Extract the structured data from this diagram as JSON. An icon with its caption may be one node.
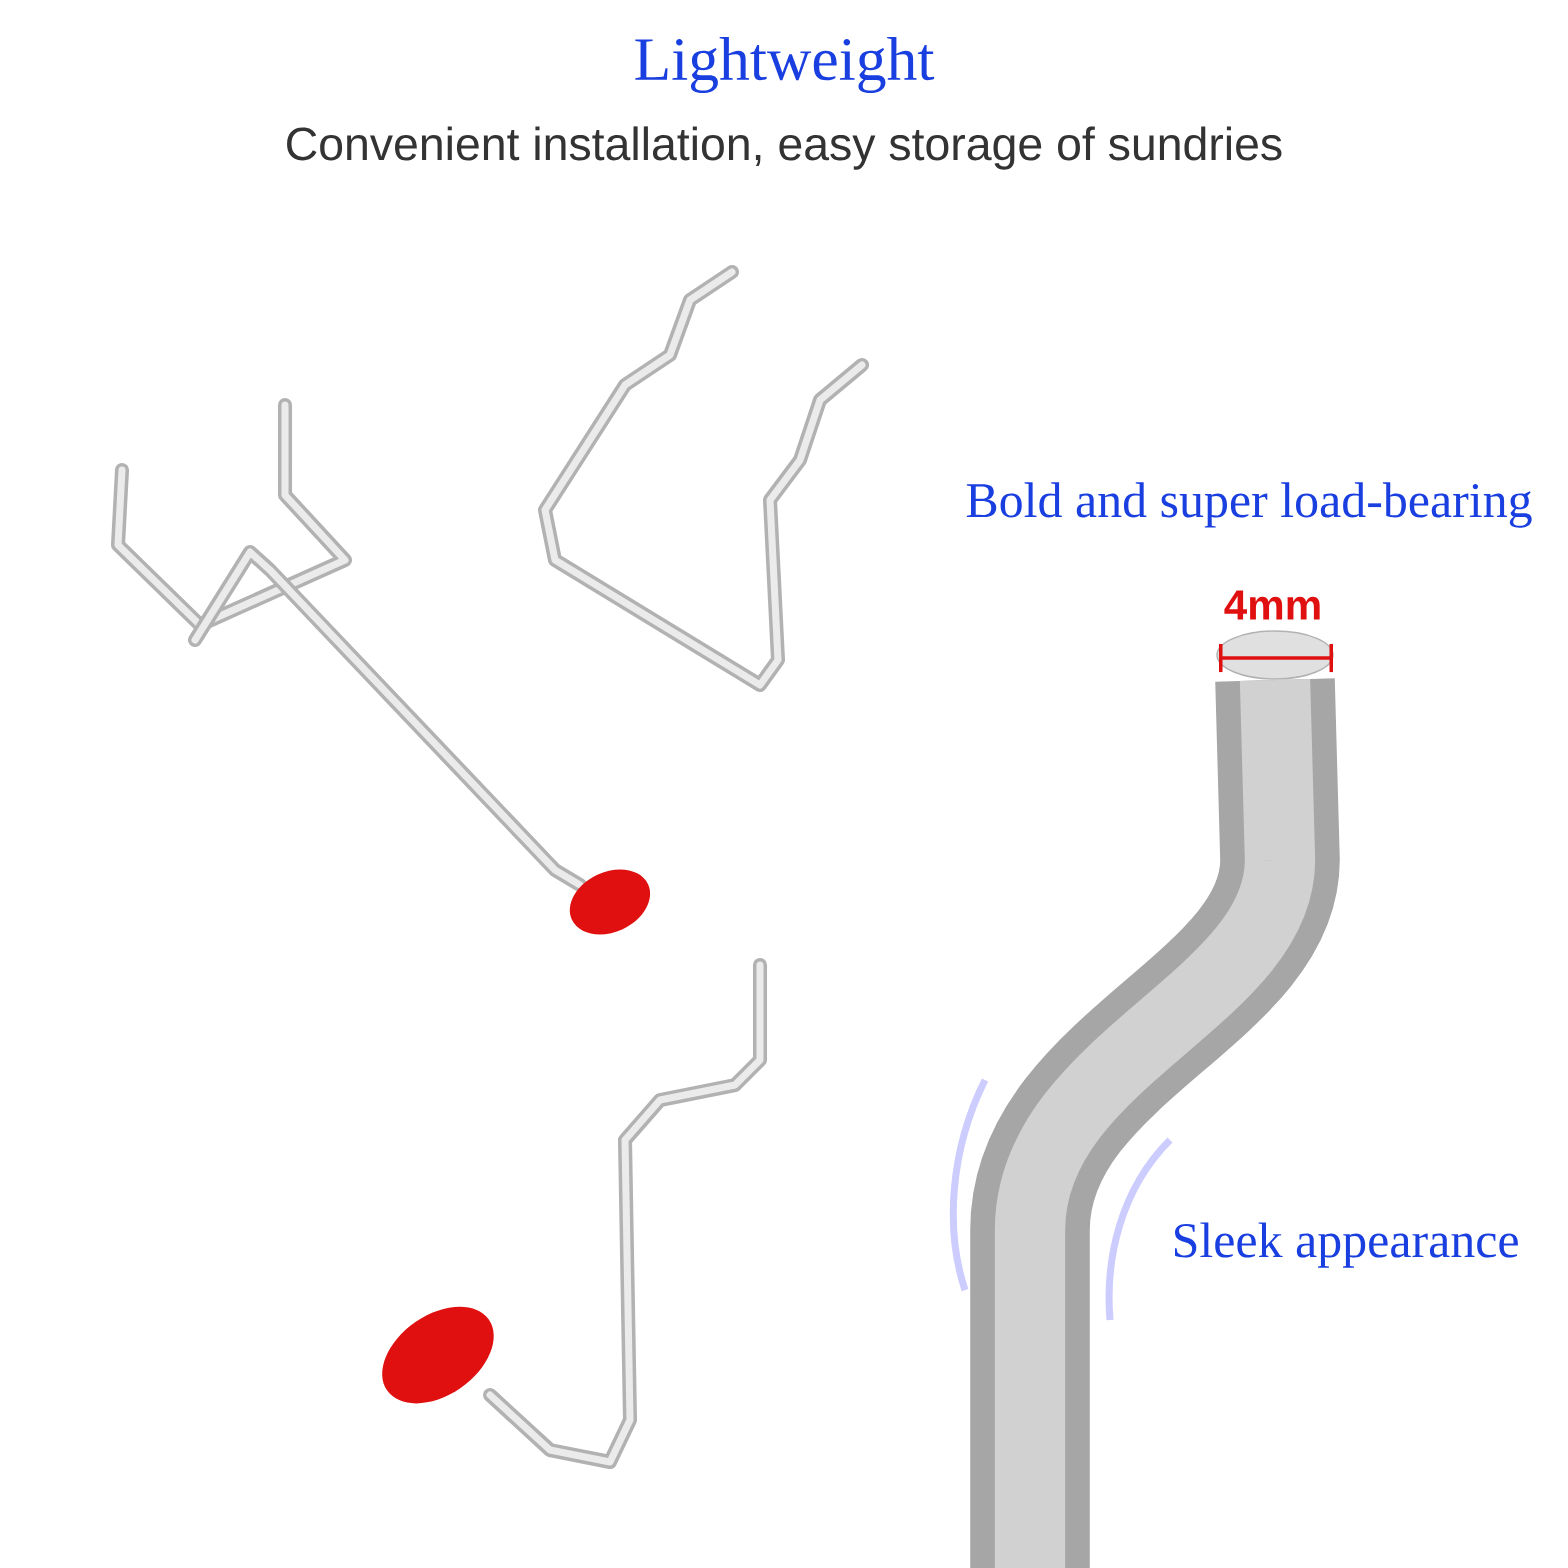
{
  "diagram": {
    "title": "Lightweight",
    "labels": [
      "Convenient installation, easy storage of sundries",
      "Bold and super load-bearing",
      "4mm",
      "Sleek appearance"
    ]
  }
}
